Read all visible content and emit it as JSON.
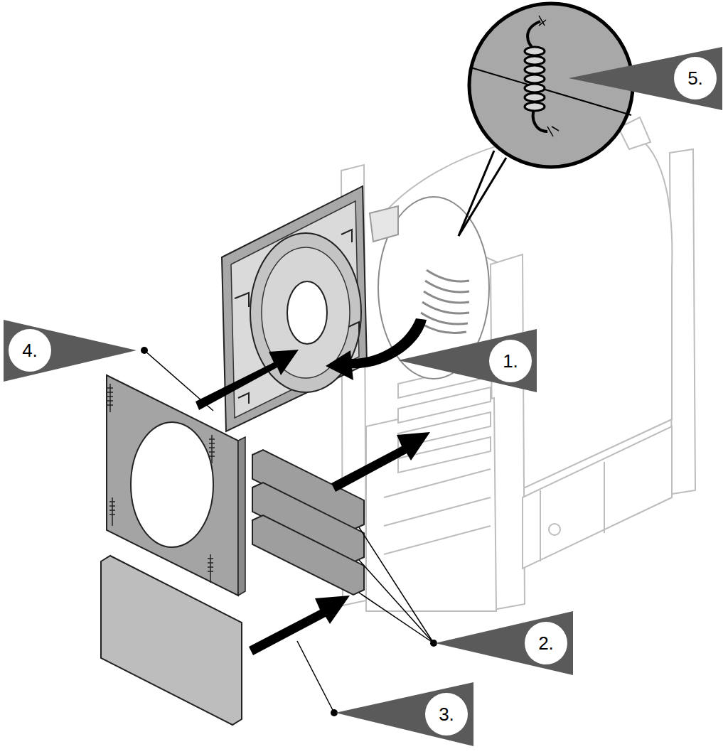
{
  "diagram": {
    "labels": [
      "5.",
      "4.",
      "1.",
      "2.",
      "3."
    ]
  }
}
